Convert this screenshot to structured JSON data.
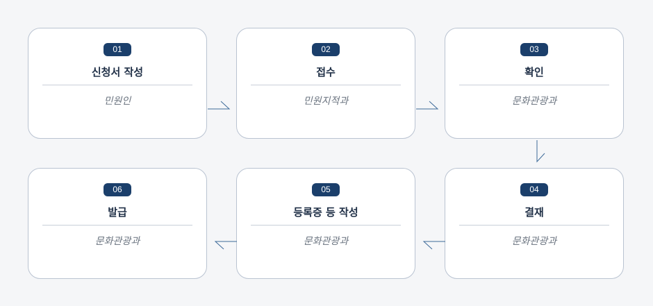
{
  "steps": [
    {
      "num": "01",
      "title": "신청서 작성",
      "dept": "민원인"
    },
    {
      "num": "02",
      "title": "접수",
      "dept": "민원지적과"
    },
    {
      "num": "03",
      "title": "확인",
      "dept": "문화관광과"
    },
    {
      "num": "04",
      "title": "결재",
      "dept": "문화관광과"
    },
    {
      "num": "05",
      "title": "등록증 등 작성",
      "dept": "문화관광과"
    },
    {
      "num": "06",
      "title": "발급",
      "dept": "문화관광과"
    }
  ],
  "colors": {
    "badge": "#1b3f6b",
    "arrow": "#3d6a99",
    "border": "#b9c3d1"
  }
}
